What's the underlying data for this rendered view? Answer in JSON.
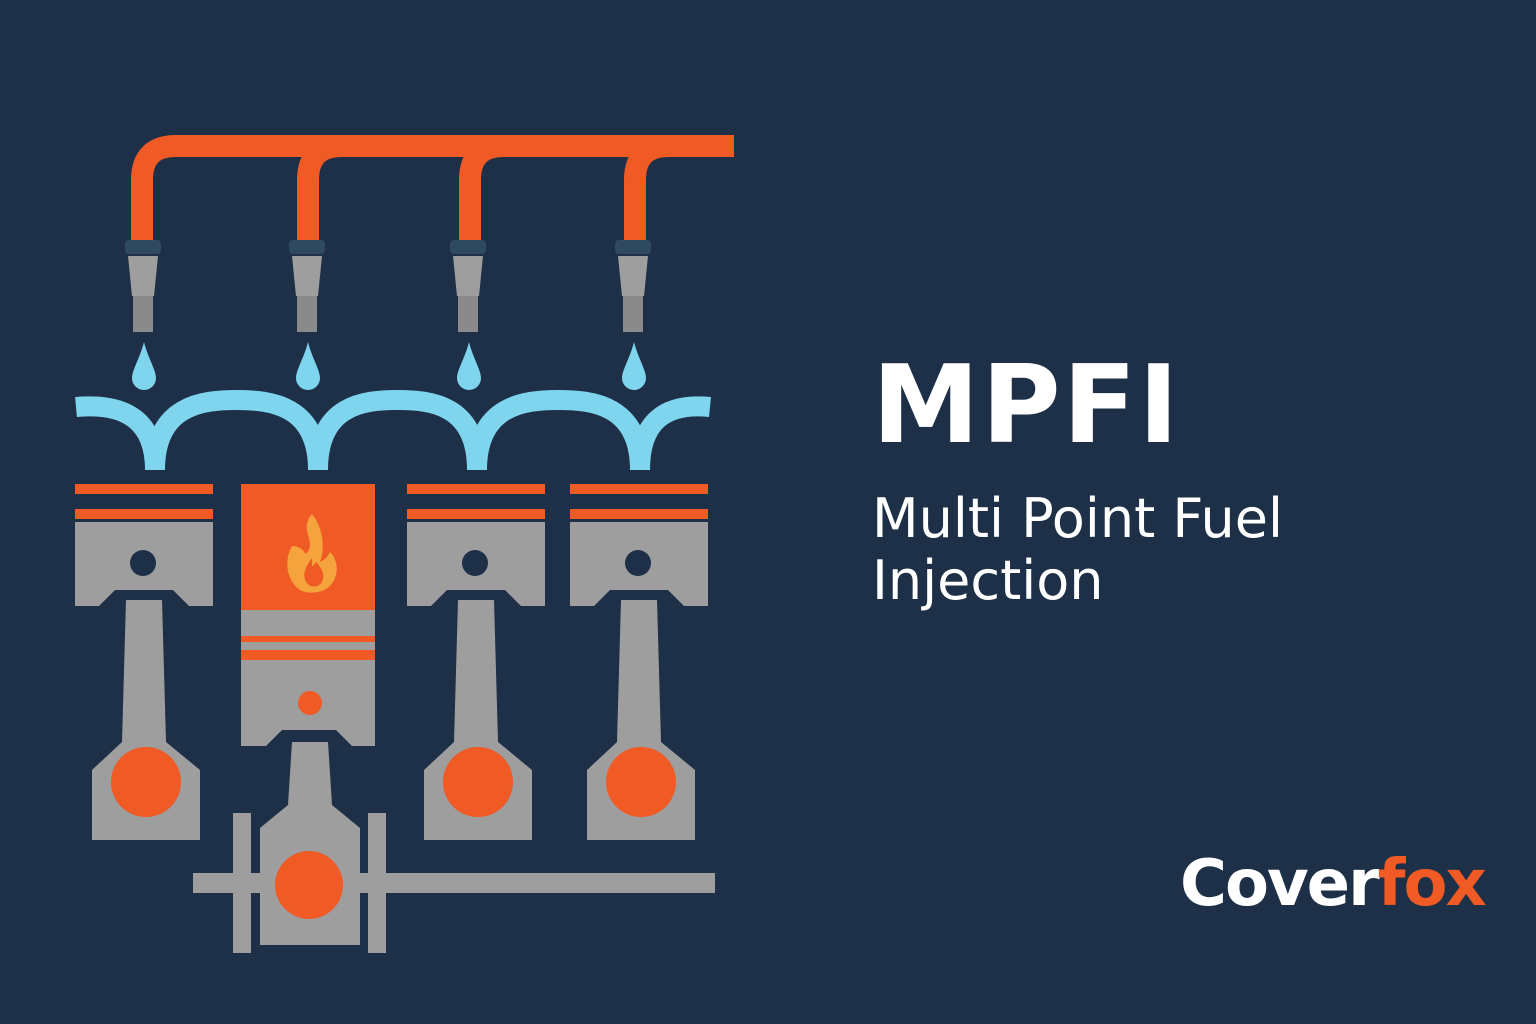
{
  "title": "MPFI",
  "subtitle": "Multi Point Fuel Injection",
  "logo": {
    "text": "Coverfox",
    "part1": "Cover",
    "part2": "fox"
  },
  "colors": {
    "background": "#1e3047",
    "fuel_rail": "#f05a24",
    "air_intake": "#7fd4ee",
    "metal": "#9e9e9e",
    "flame": "#f5a33c",
    "text": "#ffffff"
  },
  "diagram": {
    "cylinders": 4,
    "firing_cylinder": 2,
    "icons": [
      "fuel-injector-icon",
      "fuel-droplet-icon",
      "piston-icon",
      "flame-icon",
      "crankshaft-icon"
    ]
  }
}
